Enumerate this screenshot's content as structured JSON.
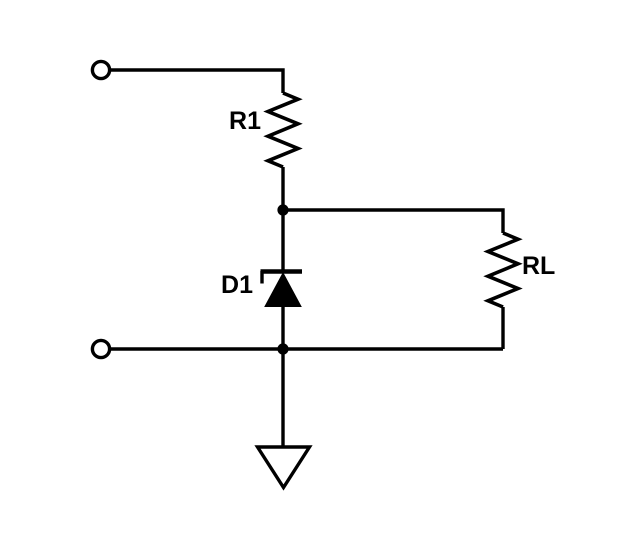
{
  "diagram": {
    "kind": "circuit-schematic",
    "description": "Zener diode shunt voltage regulator with series resistor and load resistor",
    "colors": {
      "background": "#ffffff",
      "line": "#000000",
      "label": "#000000"
    },
    "components": {
      "r1": {
        "label": "R1",
        "type": "resistor",
        "orientation": "vertical"
      },
      "d1": {
        "label": "D1",
        "type": "zener-diode",
        "orientation": "vertical-cathode-up"
      },
      "rl": {
        "label": "RL",
        "type": "resistor",
        "orientation": "vertical"
      }
    },
    "symbols": {
      "input_terminal_top": "open-circle-terminal",
      "input_terminal_bottom": "open-circle-terminal",
      "ground": "open-triangle-ground",
      "junctions": [
        "node-top",
        "node-bottom"
      ]
    }
  }
}
